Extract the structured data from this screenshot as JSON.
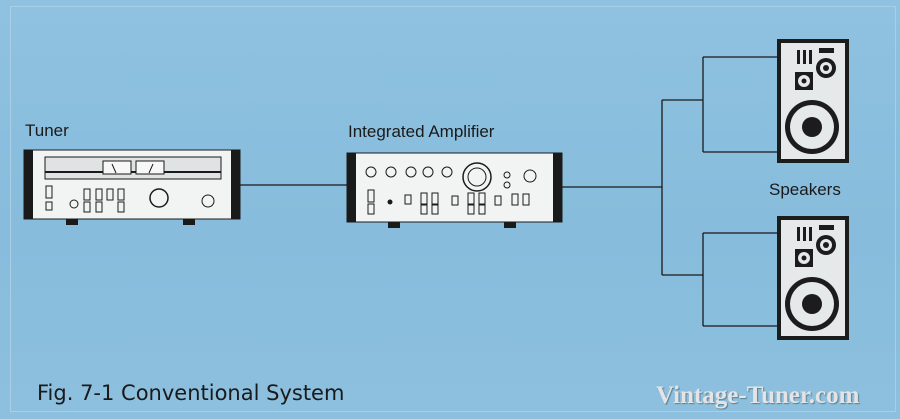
{
  "labels": {
    "tuner": "Tuner",
    "amplifier": "Integrated Amplifier",
    "speakers": "Speakers"
  },
  "caption": "Fig. 7-1 Conventional System",
  "watermark": "Vintage-Tuner.com",
  "colors": {
    "background": "#8cc0de",
    "line": "#1a1a1a",
    "device_face": "#f2f4f4",
    "speaker_cabinet": "#1c1c1c"
  }
}
